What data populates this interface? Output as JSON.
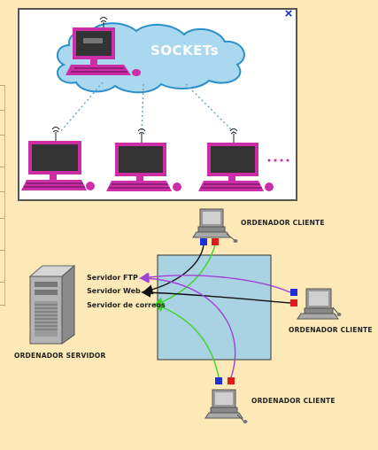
{
  "header_card": {
    "title": "SOCKETs",
    "close_glyph": "×",
    "colors": {
      "cloud": "#a9d8ef",
      "cloud_stroke": "#2b8fc9",
      "monitor": "#cc2ea8",
      "link": "#6fa7c7"
    }
  },
  "diagram": {
    "server_label": "ORDENADOR SERVIDOR",
    "services": [
      "Servidor FTP",
      "Servidor Web",
      "Servidor de correos"
    ],
    "clients": [
      {
        "label": "ORDENADOR CLIENTE"
      },
      {
        "label": "ORDENADOR CLIENTE"
      },
      {
        "label": "ORDENADOR CLIENTE"
      }
    ],
    "colors": {
      "box": "#a9d3e3",
      "port_blue": "#1d2fd8",
      "port_red": "#e01b1b",
      "ftp": "#a040d8",
      "web": "#111111",
      "mail": "#3ed22c"
    }
  }
}
